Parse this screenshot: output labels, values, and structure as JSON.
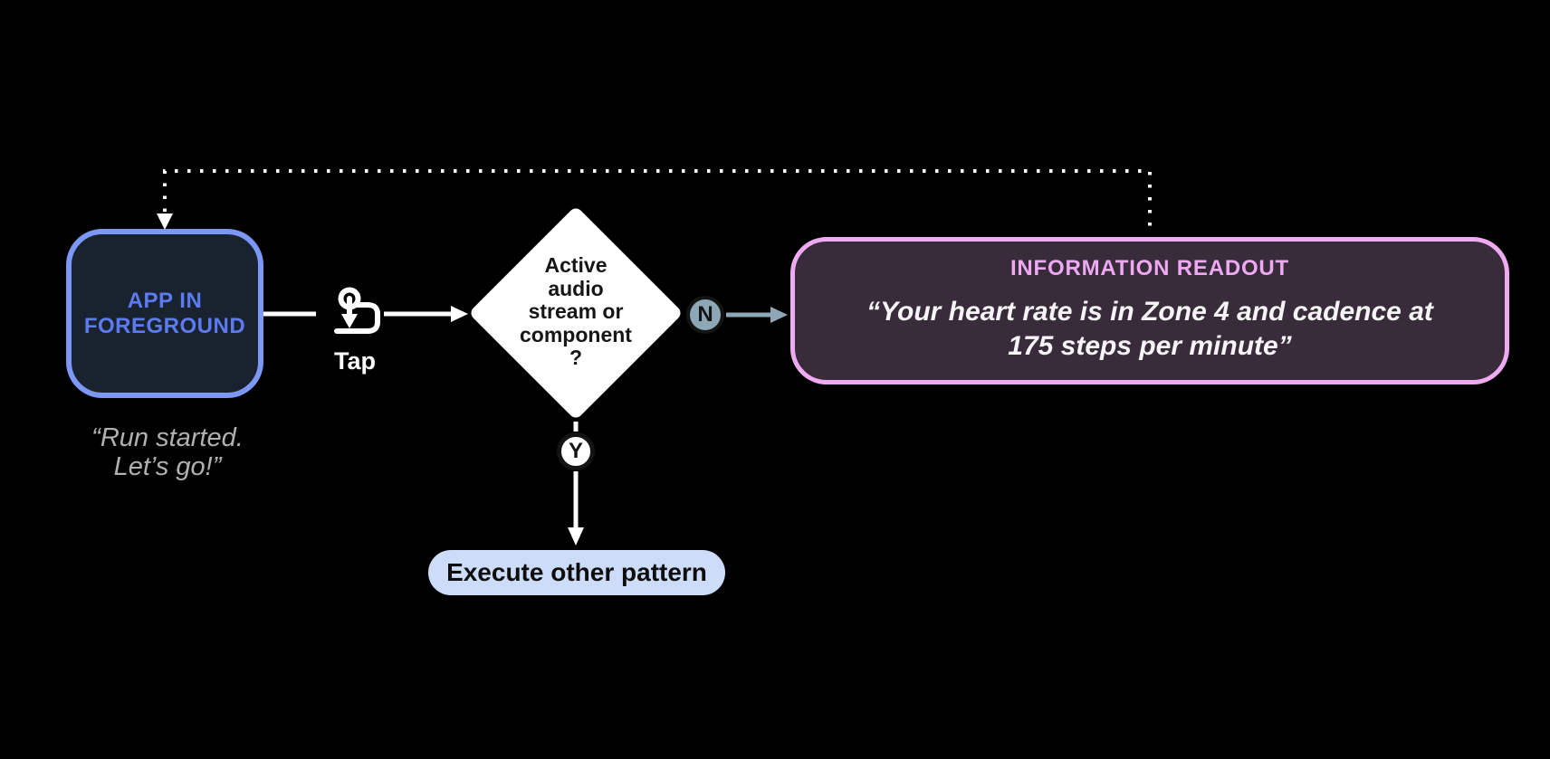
{
  "colors": {
    "background": "#000000",
    "app_box_border": "#7c97f5",
    "app_box_fill": "#19222f",
    "app_box_text": "#5d7bf0",
    "spoken_quote_text": "#b2b0b0",
    "connector_white": "#ffffff",
    "decision_fill": "#ffffff",
    "decision_text": "#161616",
    "no_branch": "#8ea7b6",
    "readout_border": "#f0aaf2",
    "readout_fill": "#382c3b",
    "readout_title": "#efa9f2",
    "readout_text": "#f7f4f8",
    "pill_fill": "#cdddf9",
    "pill_text": "#0e0e0e"
  },
  "app_box": {
    "lines": [
      "APP IN",
      "FOREGROUND"
    ]
  },
  "app_quote": {
    "lines": [
      "“Run started.",
      "Let’s go!”"
    ]
  },
  "tap": {
    "label": "Tap"
  },
  "decision": {
    "lines": [
      "Active",
      "audio",
      "stream or",
      "component",
      "?"
    ]
  },
  "branches": {
    "no_label": "N",
    "yes_label": "Y"
  },
  "readout": {
    "title": "INFORMATION READOUT",
    "quote_lines": [
      "“Your heart rate is in Zone 4 and cadence at",
      "175 steps per minute”"
    ]
  },
  "other_pattern": {
    "label": "Execute other pattern"
  }
}
